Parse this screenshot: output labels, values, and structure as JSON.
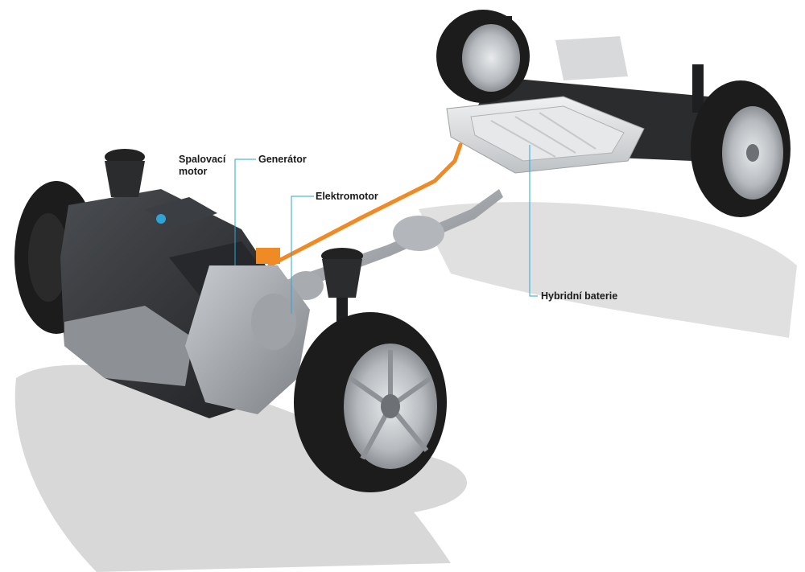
{
  "labels": {
    "engine_line1": "Spalovací",
    "engine_line2": "motor",
    "generator": "Generátor",
    "electric_motor": "Elektromotor",
    "hybrid_battery": "Hybridní baterie"
  },
  "colors": {
    "callout_line": "#2aa6d8",
    "hv_cable": "#f08a24",
    "tire": "#1c1c1c",
    "rim": "#bfc3c7",
    "engine": "#2e3033",
    "battery": "#d9dbdd",
    "shadow": "#d6d6d6"
  }
}
